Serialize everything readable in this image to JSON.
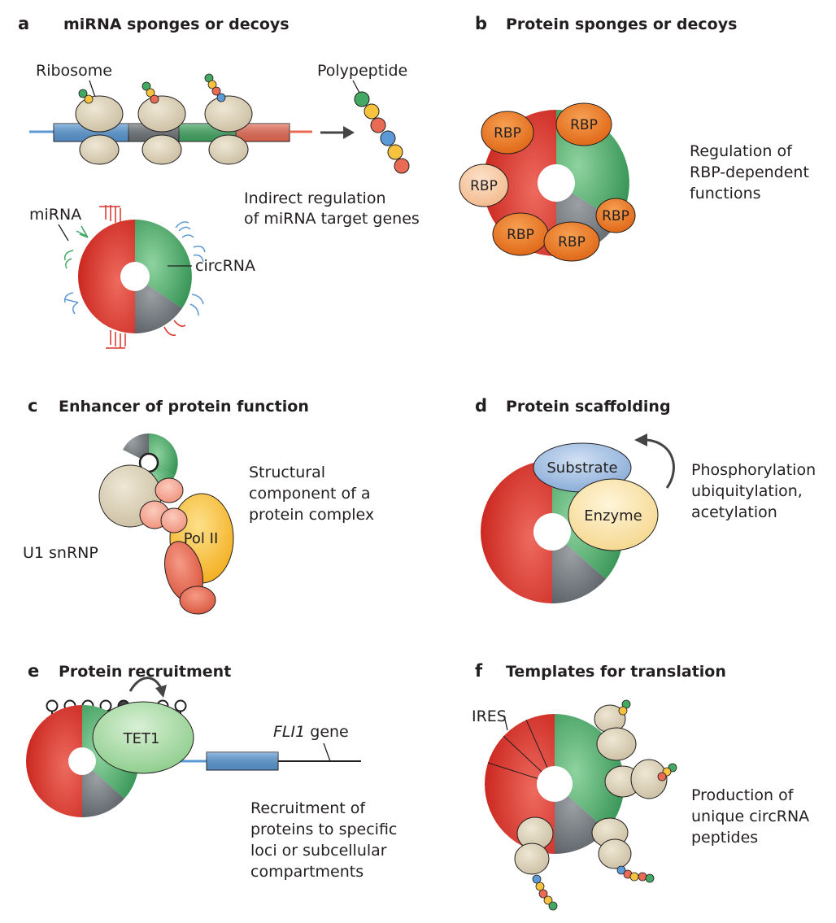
{
  "panels": {
    "a": {
      "letter": "a",
      "title": "miRNA sponges or decoys",
      "ribosome": "Ribosome",
      "polypeptide": "Polypeptide",
      "desc": [
        "Indirect regulation",
        "of miRNA target genes"
      ],
      "mirna": "miRNA",
      "circrna": "circRNA"
    },
    "b": {
      "letter": "b",
      "title": "Protein sponges or decoys",
      "rbp": "RBP",
      "desc": [
        "Regulation of",
        "RBP-dependent",
        "functions"
      ]
    },
    "c": {
      "letter": "c",
      "title": "Enhancer of protein function",
      "pol2": "Pol II",
      "u1": "U1 snRNP",
      "desc": [
        "Structural",
        "component of a",
        "protein complex"
      ]
    },
    "d": {
      "letter": "d",
      "title": "Protein scaffolding",
      "substrate": "Substrate",
      "enzyme": "Enzyme",
      "desc": [
        "Phosphorylation",
        "ubiquitylation,",
        "acetylation"
      ]
    },
    "e": {
      "letter": "e",
      "title": "Protein recruitment",
      "tet1": "TET1",
      "gene_name": "FLI1",
      "gene_word": " gene",
      "desc": [
        "Recruitment of",
        "proteins to specific",
        "loci or subcellular",
        "compartments"
      ]
    },
    "f": {
      "letter": "f",
      "title": "Templates for translation",
      "ires": "IRES",
      "desc": [
        "Production of",
        "unique circRNA",
        "peptides"
      ]
    }
  },
  "colors": {
    "red": "#d9342b",
    "green": "#43a863",
    "grey": "#6d7378",
    "ribosome": "#d8cdb3",
    "rbp": "#e8731f",
    "rbp_light": "#f6c9a4",
    "salmon": "#e96b55",
    "yellow": "#f7c33f",
    "blue_exon": "#5b9ad6",
    "substrate": "#9dbde3",
    "enzyme": "#fbe3a8",
    "tet1": "#a9dba8"
  }
}
